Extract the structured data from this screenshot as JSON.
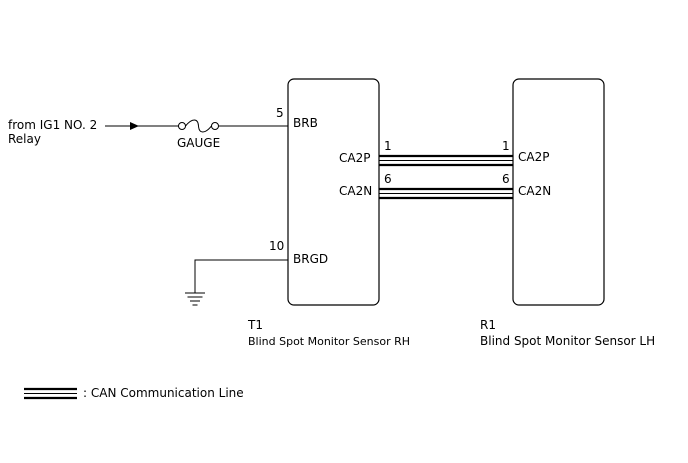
{
  "source": {
    "line1": "from IG1 NO. 2",
    "line2": "Relay"
  },
  "fuse": {
    "label": "GAUGE"
  },
  "component_t1": {
    "ref": "T1",
    "name": "Blind Spot Monitor Sensor RH",
    "pins": [
      {
        "num": "5",
        "name": "BRB"
      },
      {
        "num": "1",
        "name": "CA2P"
      },
      {
        "num": "6",
        "name": "CA2N"
      },
      {
        "num": "10",
        "name": "BRGD"
      }
    ]
  },
  "component_r1": {
    "ref": "R1",
    "name": "Blind Spot Monitor Sensor LH",
    "pins": [
      {
        "num": "1",
        "name": "CA2P"
      },
      {
        "num": "6",
        "name": "CA2N"
      }
    ]
  },
  "legend": {
    "label": ": CAN Communication Line"
  }
}
